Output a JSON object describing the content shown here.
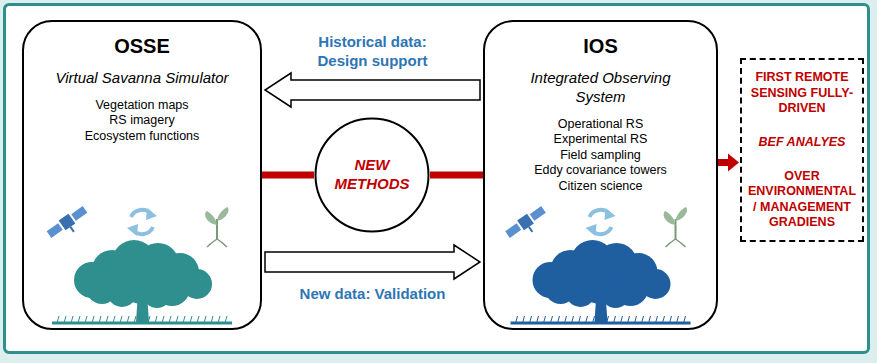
{
  "diagram": {
    "nodes": [
      {
        "text": [
          "OSSE",
          "Virtual Savanna Simulator",
          "Vegetation maps",
          "RS imagery",
          "Ecosystem functions"
        ]
      },
      {
        "text": [
          "NEW METHODS"
        ]
      },
      {
        "text": [
          "IOS",
          "Integrated Observing System",
          "Operational RS",
          "Experimental RS",
          "Field sampling",
          "Eddy covariance towers",
          "Citizen science"
        ]
      },
      {
        "text": [
          "FIRST REMOTE SENSING FULLY-DRIVEN",
          "BEF ANALYES",
          "OVER ENVIRONMENTAL / MANAGEMENT GRADIENS"
        ]
      }
    ],
    "edges": [
      {
        "from": 2,
        "to": 0,
        "arrow": "to",
        "label": "Historical data: Design support"
      },
      {
        "from": 0,
        "to": 2,
        "arrow": "to",
        "label": "New data: Validation"
      },
      {
        "from": 0,
        "to": 1,
        "arrow": "none"
      },
      {
        "from": 1,
        "to": 2,
        "arrow": "none"
      },
      {
        "from": 2,
        "to": 3,
        "arrow": "to"
      }
    ]
  }
}
